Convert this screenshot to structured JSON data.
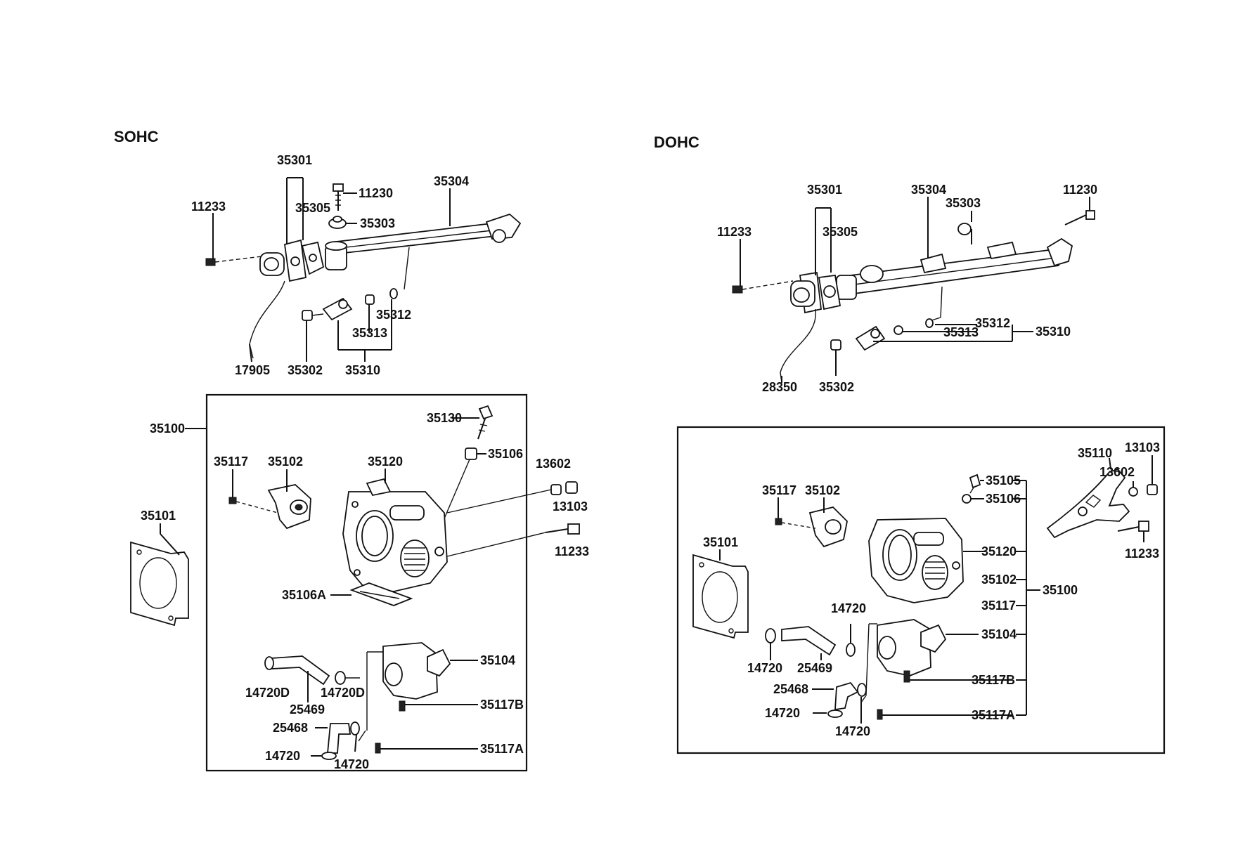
{
  "sections": {
    "sohc": {
      "title": "SOHC",
      "labels": {
        "p35301": "35301",
        "p35304": "35304",
        "p11233_top": "11233",
        "p11230": "11230",
        "p35305": "35305",
        "p35303": "35303",
        "p35312": "35312",
        "p35313": "35313",
        "p17905": "17905",
        "p35302": "35302",
        "p35310": "35310",
        "p35100": "35100",
        "p35130": "35130",
        "p35117": "35117",
        "p35102": "35102",
        "p35120": "35120",
        "p35106": "35106",
        "p13602": "13602",
        "p13103": "13103",
        "p11233_box": "11233",
        "p35101": "35101",
        "p35106A": "35106A",
        "p35104": "35104",
        "p14720D_a": "14720D",
        "p14720D_b": "14720D",
        "p25469": "25469",
        "p35117B": "35117B",
        "p25468": "25468",
        "p14720_a": "14720",
        "p14720_b": "14720",
        "p35117A": "35117A"
      }
    },
    "dohc": {
      "title": "DOHC",
      "labels": {
        "p35301": "35301",
        "p35304": "35304",
        "p35303": "35303",
        "p11230": "11230",
        "p11233_top": "11233",
        "p35305": "35305",
        "p35312": "35312",
        "p35313": "35313",
        "p35310": "35310",
        "p28350": "28350",
        "p35302": "35302",
        "p35110": "35110",
        "p13103": "13103",
        "p13602": "13602",
        "p35117": "35117",
        "p35102": "35102",
        "p35105": "35105",
        "p35106": "35106",
        "p11233_bracket": "11233",
        "p35101": "35101",
        "p35120": "35120",
        "p35102_list": "35102",
        "p35100": "35100",
        "p35117_list": "35117",
        "p14720_top": "14720",
        "p35104": "35104",
        "p14720_left": "14720",
        "p25469": "25469",
        "p35117B": "35117B",
        "p25468": "25468",
        "p14720_b": "14720",
        "p14720_c": "14720",
        "p35117A": "35117A"
      }
    }
  }
}
